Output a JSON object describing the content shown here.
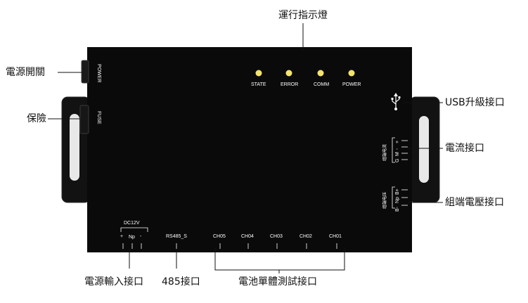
{
  "callouts": {
    "status_led": "運行指示燈",
    "power_switch": "電源開關",
    "fuse": "保險",
    "usb": "USB升級接口",
    "current_port": "電流接口",
    "voltage_port": "組端電壓接口",
    "power_input": "電源輸入接口",
    "rs485": "485接口",
    "cell_test": "電池單體測試接口"
  },
  "leds": [
    {
      "label": "STATE"
    },
    {
      "label": "ERROR"
    },
    {
      "label": "COMM"
    },
    {
      "label": "POWER"
    }
  ],
  "panel_left": {
    "power_label": "POWER",
    "fuse_label": "FUSE"
  },
  "dc_port": {
    "title": "DC12V",
    "plus": "+",
    "np": "Np",
    "minus": "-"
  },
  "bottom_ports": {
    "rs485": "RS485_S",
    "channels": [
      "CH05",
      "CH04",
      "CH03",
      "CH02",
      "CH01"
    ]
  },
  "right_ports": {
    "current_group": "组端电流",
    "current_pins": [
      "+",
      "-",
      "M",
      "G"
    ],
    "voltage_group": "组端电压",
    "voltage_pins": [
      "B+",
      "Np",
      "B-"
    ]
  },
  "colors": {
    "device_body": "#0a0a0a",
    "bracket": "#121212",
    "led": "#f4e46a",
    "device_text": "#ffffff",
    "callout_line": "#111111"
  },
  "icons": {
    "usb": "usb-icon"
  }
}
